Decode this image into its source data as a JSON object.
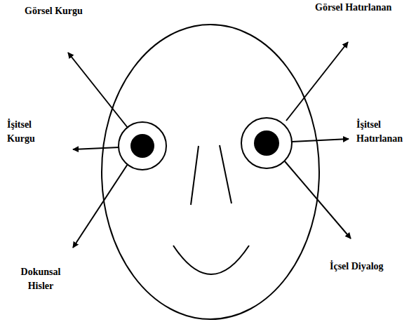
{
  "diagram": {
    "labels": [
      "Görsel Kurgu",
      "Görsel Hatırlanan",
      "İşitsel Kurgu",
      "İşitsel Hatırlanan",
      "Dokunsal Hisler",
      "İçsel Diyalog"
    ]
  }
}
